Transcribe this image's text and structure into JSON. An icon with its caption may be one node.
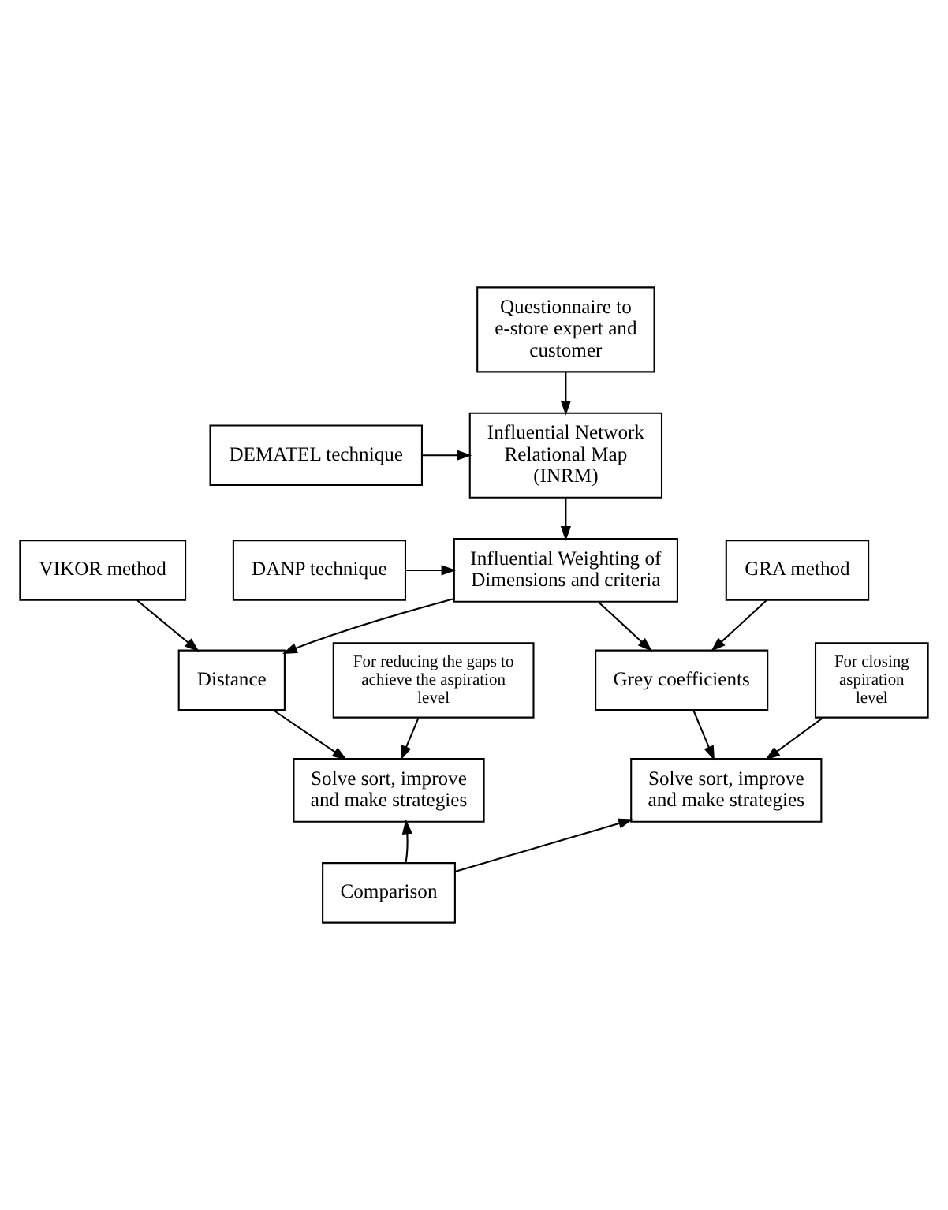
{
  "diagram": {
    "nodes": [
      {
        "text": [
          "Questionnaire to e-store expert and customer"
        ]
      },
      {
        "text": [
          "DEMATEL technique"
        ]
      },
      {
        "text": [
          "Influential Network Relational Map (INRM)"
        ]
      },
      {
        "text": [
          "DANP technique"
        ]
      },
      {
        "text": [
          "Influential Weighting of Dimensions and criteria"
        ]
      },
      {
        "text": [
          "VIKOR method"
        ]
      },
      {
        "text": [
          "GRA method"
        ]
      },
      {
        "text": [
          "Distance"
        ]
      },
      {
        "text": [
          "Grey coefficients"
        ]
      },
      {
        "text": [
          "For reducing the gaps to achieve the aspiration level"
        ]
      },
      {
        "text": [
          "For closing aspiration level"
        ]
      },
      {
        "text": [
          "Solve sort, improve and make strategies"
        ]
      },
      {
        "text": [
          "Solve sort, improve and make strategies"
        ]
      },
      {
        "text": [
          "Comparison"
        ]
      }
    ],
    "edges": [
      {
        "from": 0,
        "to": 2,
        "arrow": "to"
      },
      {
        "from": 1,
        "to": 2,
        "arrow": "to"
      },
      {
        "from": 2,
        "to": 4,
        "arrow": "to"
      },
      {
        "from": 3,
        "to": 4,
        "arrow": "to"
      },
      {
        "from": 4,
        "to": 7,
        "arrow": "to"
      },
      {
        "from": 4,
        "to": 8,
        "arrow": "to"
      },
      {
        "from": 5,
        "to": 7,
        "arrow": "to"
      },
      {
        "from": 6,
        "to": 8,
        "arrow": "to"
      },
      {
        "from": 7,
        "to": 11,
        "arrow": "to"
      },
      {
        "from": 9,
        "to": 11,
        "arrow": "to"
      },
      {
        "from": 8,
        "to": 12,
        "arrow": "to"
      },
      {
        "from": 10,
        "to": 12,
        "arrow": "to"
      },
      {
        "from": 13,
        "to": 11,
        "arrow": "to"
      },
      {
        "from": 13,
        "to": 12,
        "arrow": "to"
      }
    ]
  }
}
